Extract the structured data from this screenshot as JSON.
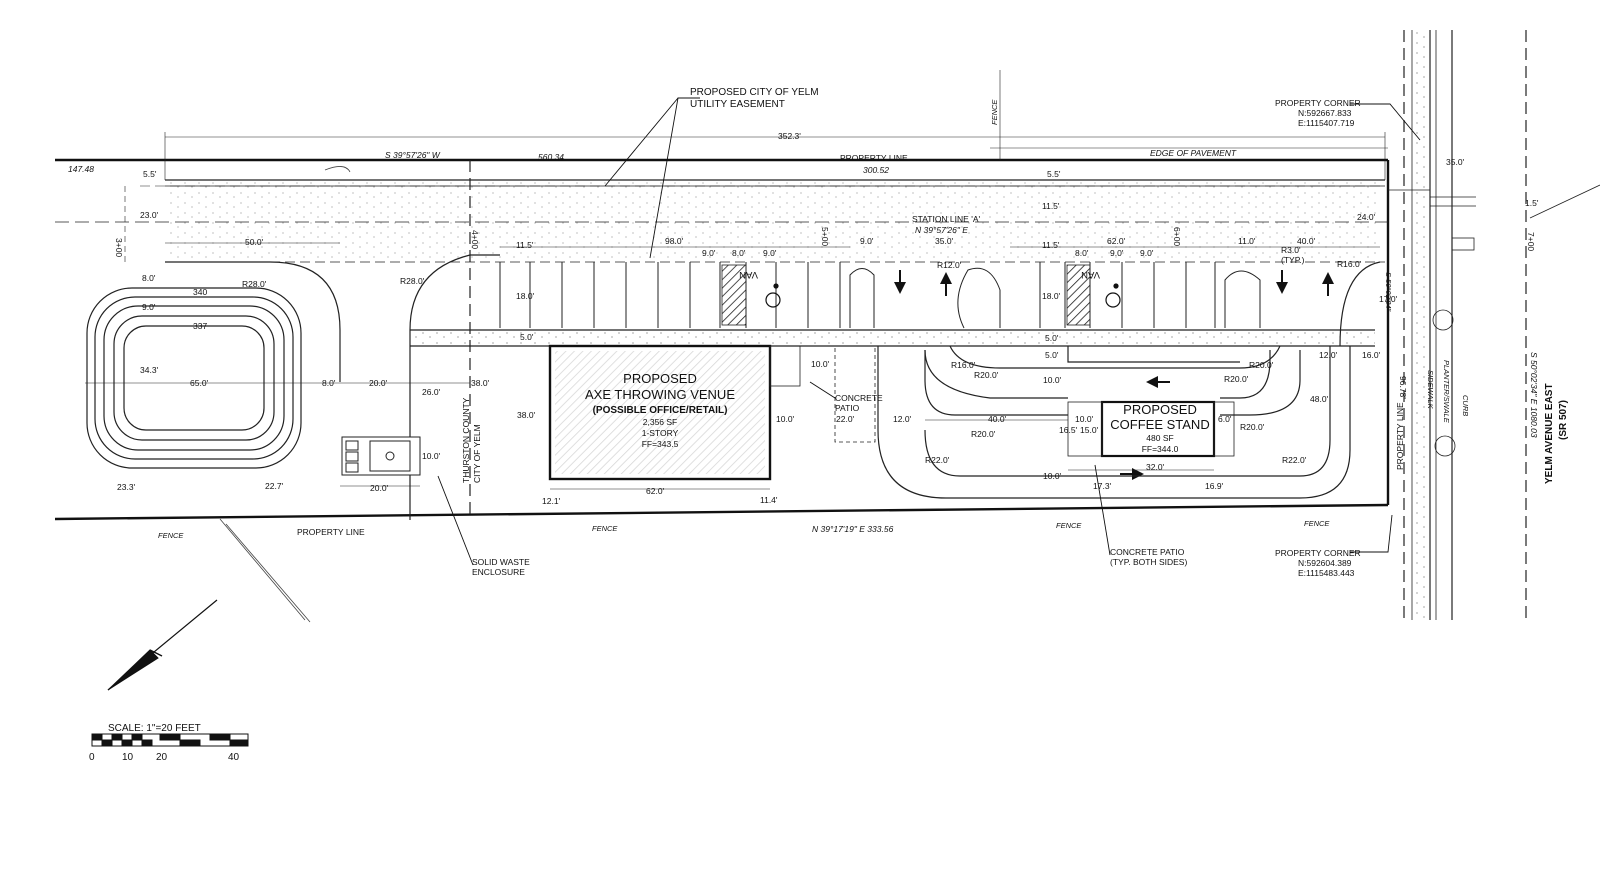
{
  "labels": {
    "easement_line1": "PROPOSED CITY OF YELM",
    "easement_line2": "UTILITY EASEMENT",
    "property_line_top": "PROPERTY LINE",
    "property_line_bottom": "PROPERTY LINE",
    "property_line_right": "PROPERTY LINE",
    "edge_of_pavement": "EDGE OF PAVEMENT",
    "fence_top": "FENCE",
    "fence_b1": "FENCE",
    "fence_b2": "FENCE",
    "fence_b3": "FENCE",
    "fence_b4": "FENCE",
    "station_line": "STATION LINE 'A'",
    "station_bearing": "N 39°57'26\" E",
    "top_bearing": "S 39°57'26\" W",
    "bottom_bearing": "N 39°17'19\" E  333.56",
    "right_bearing": "S 50°02'34\" E 1080.03",
    "right_bearing2": "S 50°02'34\"",
    "county_line1": "THURSTON COUNTY",
    "county_line2": "CITY OF YELM",
    "solid_waste1": "SOLID WASTE",
    "solid_waste2": "ENCLOSURE",
    "concrete_patio1": "CONCRETE",
    "concrete_patio2": "PATIO",
    "concrete_patio_typ1": "CONCRETE PATIO",
    "concrete_patio_typ2": "(TYP. BOTH SIDES)",
    "sidewalk": "SIDEWALK",
    "planter": "PLANTER/SWALE",
    "curb": "CURB",
    "road1": "YELM AVENUE EAST",
    "road2": "(SR 507)",
    "van1": "VAN",
    "van2": "VAN"
  },
  "venue": {
    "title1": "PROPOSED",
    "title2": "AXE THROWING VENUE",
    "subtitle": "(POSSIBLE OFFICE/RETAIL)",
    "area": "2,356 SF",
    "stories": "1-STORY",
    "ff": "FF=343.5"
  },
  "coffee": {
    "title1": "PROPOSED",
    "title2": "COFFEE STAND",
    "area": "480 SF",
    "ff": "FF=344.0"
  },
  "corners": {
    "top_label": "PROPERTY CORNER",
    "top_n": "N:592667.833",
    "top_e": "E:1115407.719",
    "bottom_label": "PROPERTY CORNER",
    "bottom_n": "N:592604.389",
    "bottom_e": "E:1115483.443"
  },
  "scale": {
    "label": "SCALE:  1\"=20 FEET",
    "ticks": [
      "0",
      "10",
      "20",
      "40"
    ]
  },
  "dims": {
    "d352": "352.3'",
    "d147": "147.48",
    "d560": "560.34",
    "d300": "300.52",
    "d5_5a": "5.5'",
    "d5_5b": "5.5'",
    "d23": "23.0'",
    "d50": "50.0'",
    "d8a": "8.0'",
    "d9a": "9.0'",
    "d340": "340",
    "d337": "337",
    "d34_3": "34.3'",
    "d65": "65.0'",
    "d8b": "8.0'",
    "d20a": "20.0'",
    "d23_3": "23.3'",
    "d22_7": "22.7'",
    "r28a": "R28.0'",
    "r28b": "R28.0'",
    "d11_5a": "11.5'",
    "d98": "98.0'",
    "d9b": "9.0'",
    "d8c": "8.0'",
    "d9c": "9.0'",
    "d9d": "9.0'",
    "d35a": "35.0'",
    "d11_5b": "11.5'",
    "d11_5c": "11.5'",
    "d62a": "62.0'",
    "d8d": "8.0'",
    "d9e": "9.0'",
    "d9f": "9.0'",
    "d11": "11.0'",
    "d40a": "40.0'",
    "d24": "24.0'",
    "d35b": "35.0'",
    "d1_5": "1.5'",
    "d18a": "18.0'",
    "d18b": "18.0'",
    "r12": "R12.0'",
    "r3": "R3.0'",
    "typ": "(TYP.)",
    "r16a": "R16.0'",
    "d17": "17.0'",
    "d5a": "5.0'",
    "d5b": "5.0'",
    "d5c": "5.0'",
    "d26": "26.0'",
    "d38a": "38.0'",
    "d38b": "38.0'",
    "d10a": "10.0'",
    "d10b": "10.0'",
    "d22": "22.0'",
    "d10c": "10.0'",
    "d12a": "12.0'",
    "d40b": "40.0'",
    "r16b": "R16.0'",
    "r20a": "R20.0'",
    "r20b": "R20.0'",
    "r20c": "R20.0'",
    "r20d": "R20.0'",
    "r20e": "R20.0'",
    "r22a": "R22.0'",
    "r22b": "R22.0'",
    "d10d": "10.0'",
    "d10e": "10.0'",
    "d10f": "10.0'",
    "d16_5": "16.5'",
    "d15": "15.0'",
    "d6": "6.0'",
    "d12b": "12.0'",
    "d16": "16.0'",
    "d48": "48.0'",
    "d32": "32.0'",
    "d17_3": "17.3'",
    "d16_9": "16.9'",
    "d62b": "62.0'",
    "d12_1": "12.1'",
    "d11_4": "11.4'",
    "d20b": "20.0'",
    "d96_78": "96.78'",
    "st3": "3+00",
    "st4": "4+00",
    "st5": "5+00",
    "st6": "6+00",
    "st7": "7+00"
  }
}
